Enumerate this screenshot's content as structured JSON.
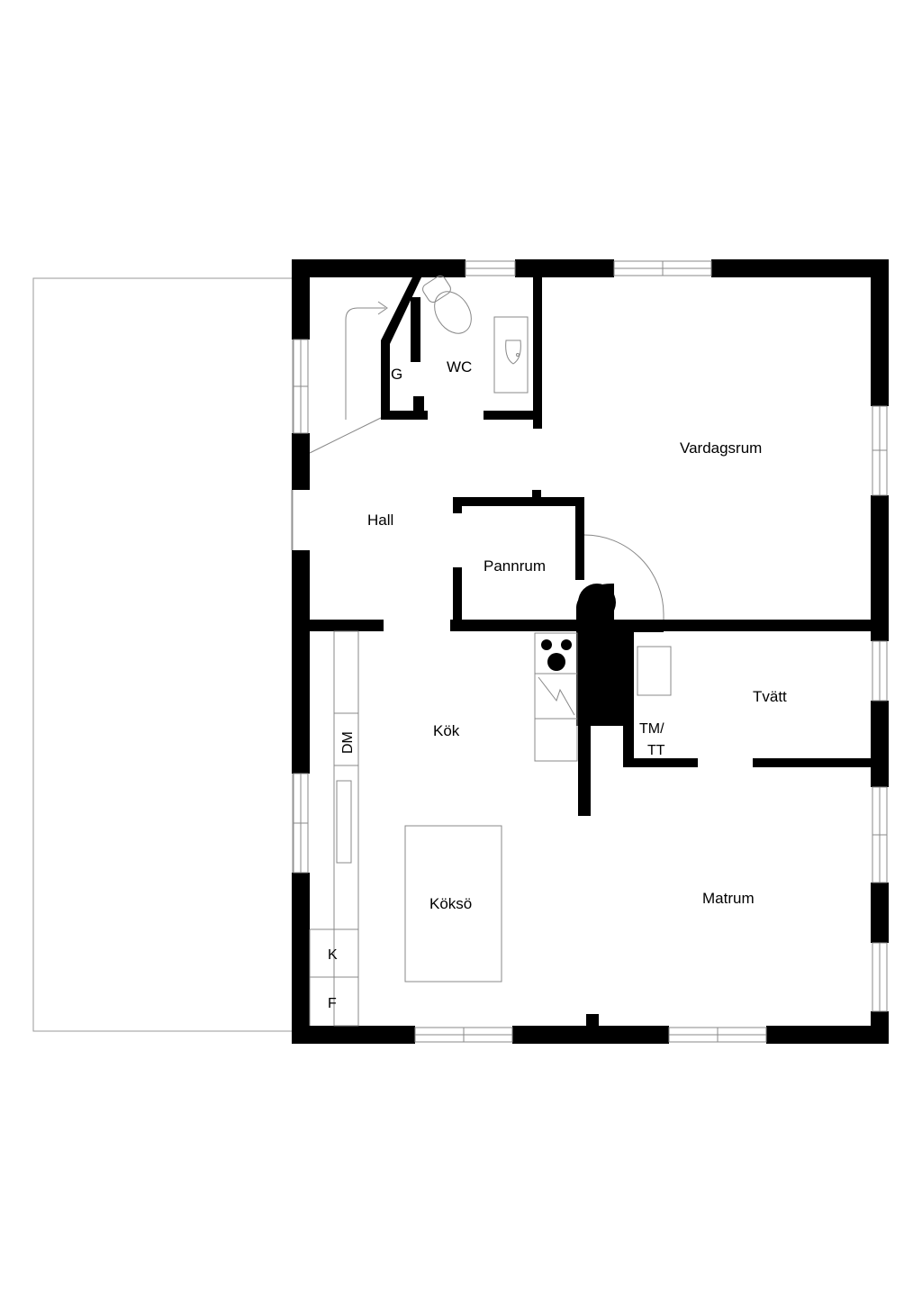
{
  "rooms": {
    "wc": "WC",
    "g": "G",
    "vardagsrum": "Vardagsrum",
    "hall": "Hall",
    "pannrum": "Pannrum",
    "tvatt": "Tvätt",
    "kok": "Kök",
    "koksö": "Köksö",
    "matrum": "Matrum"
  },
  "fixtures": {
    "dm": "DM",
    "tm_line1": "TM/",
    "tm_line2": "TT",
    "k": "K",
    "f": "F"
  }
}
